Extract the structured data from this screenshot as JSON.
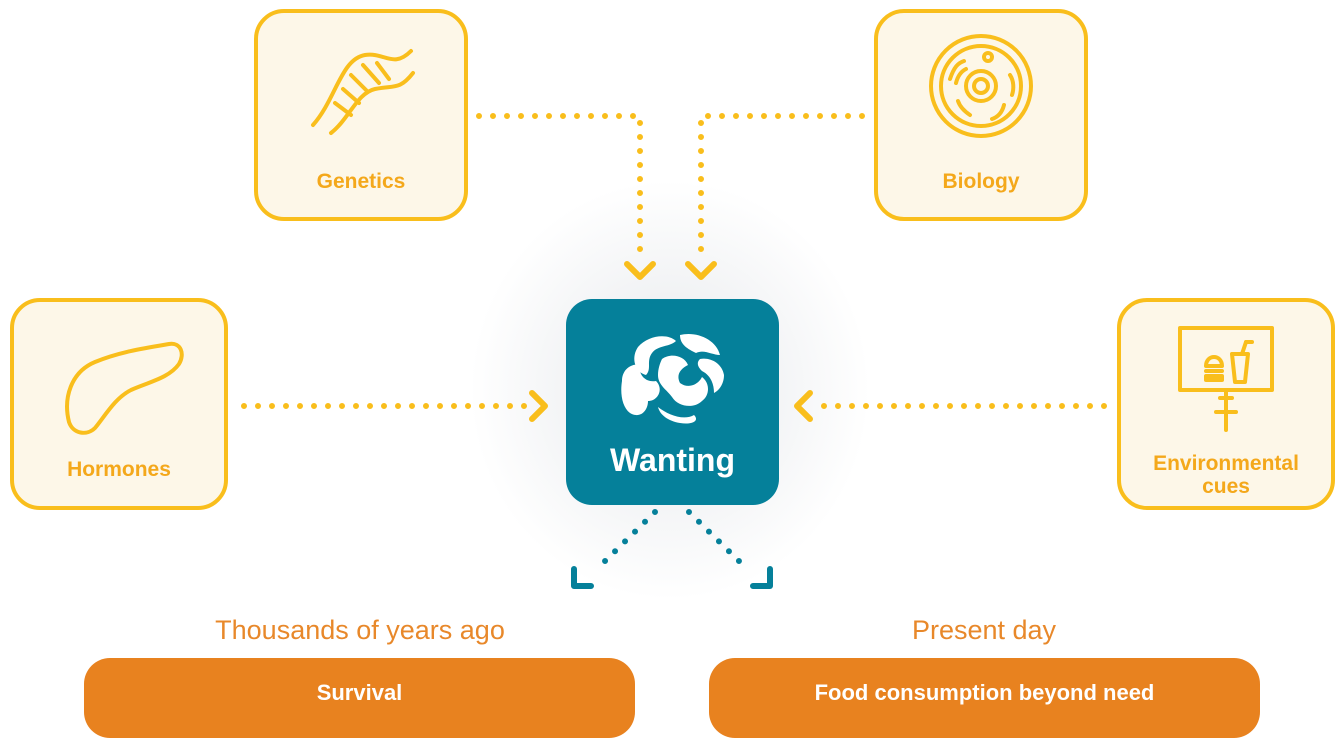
{
  "inputs": {
    "genetics": {
      "label": "Genetics",
      "icon": "dna-icon"
    },
    "biology": {
      "label": "Biology",
      "icon": "cell-icon"
    },
    "hormones": {
      "label": "Hormones",
      "icon": "pancreas-icon"
    },
    "environmental": {
      "label_line1": "Environmental",
      "label_line2": "cues",
      "icon": "billboard-food-icon"
    }
  },
  "center": {
    "label": "Wanting",
    "icon": "brain-icon"
  },
  "outcomes": {
    "past": {
      "era": "Thousands of years ago",
      "result": "Survival"
    },
    "present": {
      "era": "Present day",
      "result": "Food consumption beyond need"
    }
  },
  "colors": {
    "input_border": "#f9be1c",
    "input_fill": "#fdf7e8",
    "input_text": "#f4a81b",
    "center_fill": "#05809a",
    "outcome_fill": "#e8821f",
    "outcome_text": "#e8882a"
  }
}
